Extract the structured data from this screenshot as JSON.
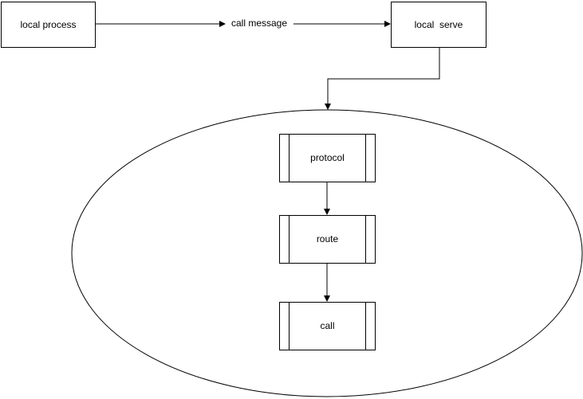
{
  "diagram": {
    "background_color": "#ffffff",
    "line_color": "#000000",
    "text_color": "#000000",
    "nodes": [
      {
        "id": "local-process",
        "type": "rectangle",
        "label": "local process"
      },
      {
        "id": "local-serve",
        "type": "rectangle",
        "label": "local  serve"
      },
      {
        "id": "protocol",
        "type": "predefined-process",
        "label": "protocol"
      },
      {
        "id": "route",
        "type": "predefined-process",
        "label": "route"
      },
      {
        "id": "call",
        "type": "predefined-process",
        "label": "call"
      }
    ],
    "edges": [
      {
        "id": "process-to-message",
        "from": "local-process",
        "label": "call message"
      },
      {
        "id": "message-to-serve",
        "to": "local-serve"
      },
      {
        "id": "serve-to-ellipse",
        "from": "local-serve",
        "to": "boundary-ellipse"
      },
      {
        "id": "protocol-to-route",
        "from": "protocol",
        "to": "route"
      },
      {
        "id": "route-to-call",
        "from": "route",
        "to": "call"
      }
    ],
    "boundary": {
      "id": "boundary-ellipse",
      "type": "ellipse"
    }
  }
}
